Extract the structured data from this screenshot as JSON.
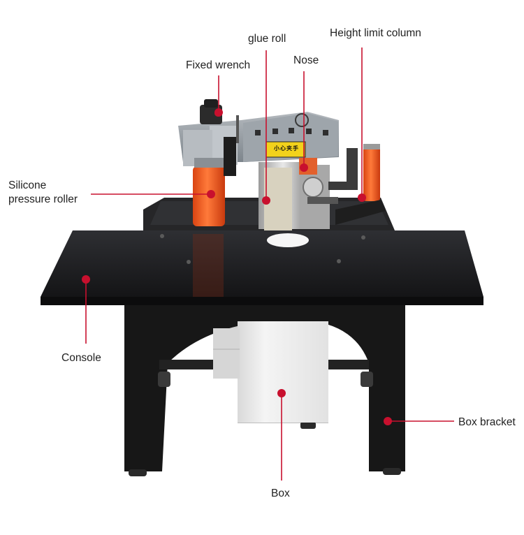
{
  "diagram": {
    "labels": {
      "glue_roll": "glue roll",
      "height_limit_column": "Height limit column",
      "nose": "Nose",
      "fixed_wrench": "Fixed wrench",
      "silicone_line1": "Silicone",
      "silicone_line2": "pressure roller",
      "console": "Console",
      "box_bracket": "Box bracket",
      "box": "Box"
    },
    "warning_sticker": "小心夹手",
    "colors": {
      "leader": "#c8102e",
      "table_top": "#1c1c1e",
      "legs": "#181818",
      "machine_gray": "#8f969c",
      "roller_orange": "#f05a1e",
      "box_white": "#eeeeee"
    }
  }
}
